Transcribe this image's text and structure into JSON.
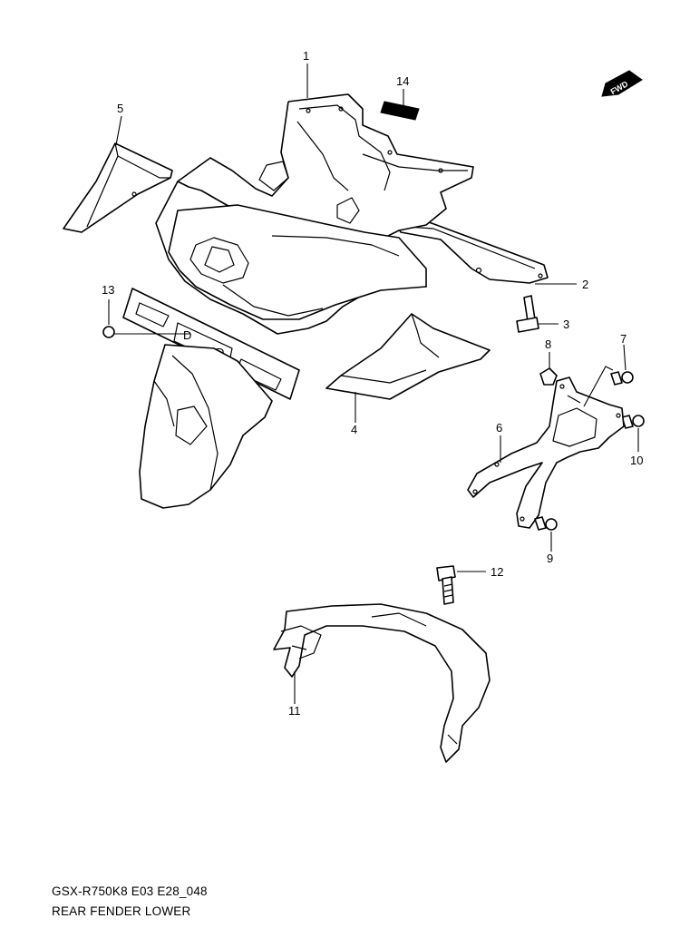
{
  "callouts": {
    "c1": "1",
    "c2": "2",
    "c3": "3",
    "c4": "4",
    "c5": "5",
    "c6": "6",
    "c7": "7",
    "c8": "8",
    "c9": "9",
    "c10": "10",
    "c11": "11",
    "c12": "12",
    "c13": "13",
    "c14": "14"
  },
  "fwd_badge": "FWD",
  "footer": {
    "code": "GSX-R750K8 E03 E28_048",
    "title": "REAR FENDER LOWER"
  },
  "colors": {
    "ink": "#000000",
    "paper": "#ffffff"
  }
}
